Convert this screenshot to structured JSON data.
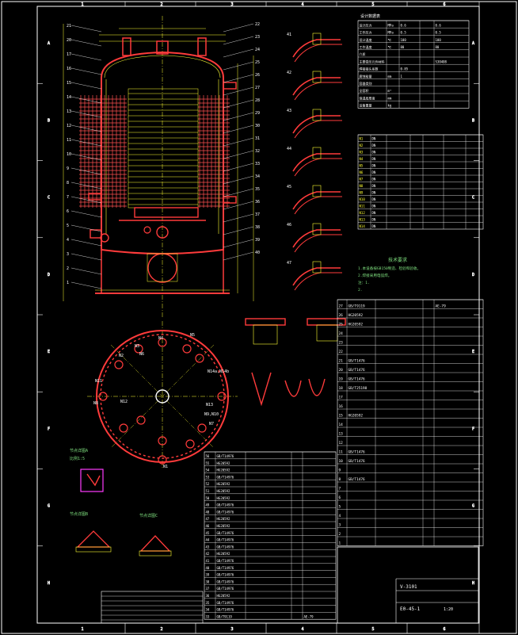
{
  "frame": {
    "col_marks": [
      "1",
      "2",
      "3",
      "4",
      "5",
      "6"
    ],
    "row_marks": [
      "A",
      "B",
      "C",
      "D",
      "E",
      "F",
      "G",
      "H"
    ]
  },
  "leaders_left": [
    "21",
    "20",
    "17",
    "16",
    "15",
    "14",
    "13",
    "12",
    "11",
    "10",
    "9",
    "8",
    "7",
    "6",
    "5",
    "4",
    "3",
    "2",
    "1"
  ],
  "leaders_right": [
    "22",
    "23",
    "24",
    "25",
    "26",
    "27",
    "28",
    "29",
    "30",
    "31",
    "32",
    "33",
    "34",
    "35",
    "36",
    "37",
    "38",
    "39",
    "40"
  ],
  "nozzle_labels": [
    "N1",
    "N2",
    "N3",
    "N4",
    "N5",
    "N6",
    "N7",
    "N8",
    "N9,N10",
    "N11",
    "N12",
    "N13",
    "N14a,N14b"
  ],
  "detail_labels": [
    "41",
    "42",
    "43",
    "44",
    "45",
    "46",
    "47"
  ],
  "upper_table": {
    "title": "设计数据表",
    "rows": [
      [
        "设计压力",
        "MPa",
        "0.6",
        "",
        "0.6"
      ],
      [
        "工作压力",
        "MPa",
        "0.5",
        "",
        "0.5"
      ],
      [
        "设计温度",
        "℃",
        "100",
        "",
        "100"
      ],
      [
        "工作温度",
        "℃",
        "80",
        "",
        "80"
      ],
      [
        "介质",
        "",
        "",
        "",
        ""
      ],
      [
        "主要受压元件材料",
        "",
        "",
        "",
        "S30408"
      ],
      [
        "焊接接头系数",
        "",
        "0.85",
        "",
        ""
      ],
      [
        "腐蚀裕量",
        "mm",
        "1",
        "",
        ""
      ],
      [
        "容器类别",
        "",
        "",
        "",
        ""
      ],
      [
        "全容积",
        "m³",
        "",
        "",
        ""
      ],
      [
        "保温层厚度",
        "mm",
        "",
        "",
        ""
      ],
      [
        "设备重量",
        "kg",
        "",
        "",
        ""
      ]
    ]
  },
  "nozzle_table": {
    "rows": [
      [
        "N1",
        "DN",
        "",
        "",
        "",
        "",
        ""
      ],
      [
        "N2",
        "DN",
        "",
        "",
        "",
        "",
        ""
      ],
      [
        "N3",
        "DN",
        "",
        "",
        "",
        "",
        ""
      ],
      [
        "N4",
        "DN",
        "",
        "",
        "",
        "",
        ""
      ],
      [
        "N5",
        "DN",
        "",
        "",
        "",
        "",
        ""
      ],
      [
        "N6",
        "DN",
        "",
        "",
        "",
        "",
        ""
      ],
      [
        "N7",
        "DN",
        "",
        "",
        "",
        "",
        ""
      ],
      [
        "N8",
        "DN",
        "",
        "",
        "",
        "",
        ""
      ],
      [
        "N9",
        "DN",
        "",
        "",
        "",
        "",
        ""
      ],
      [
        "N10",
        "DN",
        "",
        "",
        "",
        "",
        ""
      ],
      [
        "N11",
        "DN",
        "",
        "",
        "",
        "",
        ""
      ],
      [
        "N12",
        "DN",
        "",
        "",
        "",
        "",
        ""
      ],
      [
        "N13",
        "DN",
        "",
        "",
        "",
        "",
        ""
      ],
      [
        "N14",
        "DN",
        "",
        "",
        "",
        "",
        ""
      ]
    ]
  },
  "tech_req": {
    "title": "技术要求",
    "lines": [
      "1.本设备按GB150制造、检验和验收。",
      "2.焊接采用电弧焊。",
      "注：1.",
      "2."
    ]
  },
  "bom_right": {
    "rows": [
      [
        "27",
        "GB/T9119",
        "",
        "",
        "AE-79"
      ],
      [
        "26",
        "HG20592",
        "",
        "",
        ""
      ],
      [
        "25",
        "HG20592",
        "",
        "",
        ""
      ],
      [
        "24",
        "",
        "",
        "",
        ""
      ],
      [
        "23",
        "",
        "",
        "",
        ""
      ],
      [
        "22",
        "",
        "",
        "",
        ""
      ],
      [
        "21",
        "GB/T1476",
        "",
        "",
        ""
      ],
      [
        "20",
        "GB/T1476",
        "",
        "",
        ""
      ],
      [
        "19",
        "GB/T1476",
        "",
        "",
        ""
      ],
      [
        "18",
        "GB/T25198",
        "",
        "",
        ""
      ],
      [
        "17",
        "",
        "",
        "",
        ""
      ],
      [
        "16",
        "",
        "",
        "",
        ""
      ],
      [
        "15",
        "HG20592",
        "",
        "",
        ""
      ],
      [
        "14",
        "",
        "",
        "",
        ""
      ],
      [
        "13",
        "",
        "",
        "",
        ""
      ],
      [
        "12",
        "",
        "",
        "",
        ""
      ],
      [
        "11",
        "GB/T1476",
        "",
        "",
        ""
      ],
      [
        "10",
        "GB/T1476",
        "",
        "",
        ""
      ],
      [
        "9",
        "",
        "",
        "",
        ""
      ],
      [
        "8",
        "GB/T1476",
        "",
        "",
        ""
      ],
      [
        "7",
        "",
        "",
        "",
        ""
      ],
      [
        "6",
        "",
        "",
        "",
        ""
      ],
      [
        "5",
        "",
        "",
        "",
        ""
      ],
      [
        "4",
        "",
        "",
        "",
        ""
      ],
      [
        "3",
        "",
        "",
        "",
        ""
      ],
      [
        "2",
        "",
        "",
        "",
        ""
      ],
      [
        "1",
        "",
        "",
        "",
        ""
      ]
    ]
  },
  "bom_left": {
    "rows": [
      [
        "56",
        "GB/T14976",
        "",
        "",
        ""
      ],
      [
        "55",
        "HG20592",
        "",
        "",
        ""
      ],
      [
        "54",
        "HG20592",
        "",
        "",
        ""
      ],
      [
        "53",
        "GB/T14976",
        "",
        "",
        ""
      ],
      [
        "52",
        "HG20592",
        "",
        "",
        ""
      ],
      [
        "51",
        "HG20592",
        "",
        "",
        ""
      ],
      [
        "50",
        "HG20592",
        "",
        "",
        ""
      ],
      [
        "49",
        "GB/T14976",
        "",
        "",
        ""
      ],
      [
        "48",
        "GB/T14976",
        "",
        "",
        ""
      ],
      [
        "47",
        "HG20592",
        "",
        "",
        ""
      ],
      [
        "46",
        "HG20592",
        "",
        "",
        ""
      ],
      [
        "45",
        "GB/T14976",
        "",
        "",
        ""
      ],
      [
        "44",
        "GB/T14976",
        "",
        "",
        ""
      ],
      [
        "43",
        "GB/T14976",
        "",
        "",
        ""
      ],
      [
        "42",
        "HG20592",
        "",
        "",
        ""
      ],
      [
        "41",
        "GB/T14976",
        "",
        "",
        ""
      ],
      [
        "40",
        "GB/T14976",
        "",
        "",
        ""
      ],
      [
        "39",
        "GB/T14976",
        "",
        "",
        ""
      ],
      [
        "38",
        "GB/T14976",
        "",
        "",
        ""
      ],
      [
        "37",
        "GB/T14976",
        "",
        "",
        ""
      ],
      [
        "36",
        "HG20592",
        "",
        "",
        ""
      ],
      [
        "35",
        "GB/T14976",
        "",
        "",
        ""
      ],
      [
        "34",
        "GB/T14976",
        "",
        "",
        ""
      ],
      [
        "33",
        "GB/T9119",
        "",
        "",
        "AE-79"
      ]
    ]
  },
  "title_block": {
    "drawing_no": "V-3101",
    "sheet": "E0-45-1",
    "scale": "1:20"
  },
  "small_views": [
    "A",
    "B",
    "C"
  ]
}
